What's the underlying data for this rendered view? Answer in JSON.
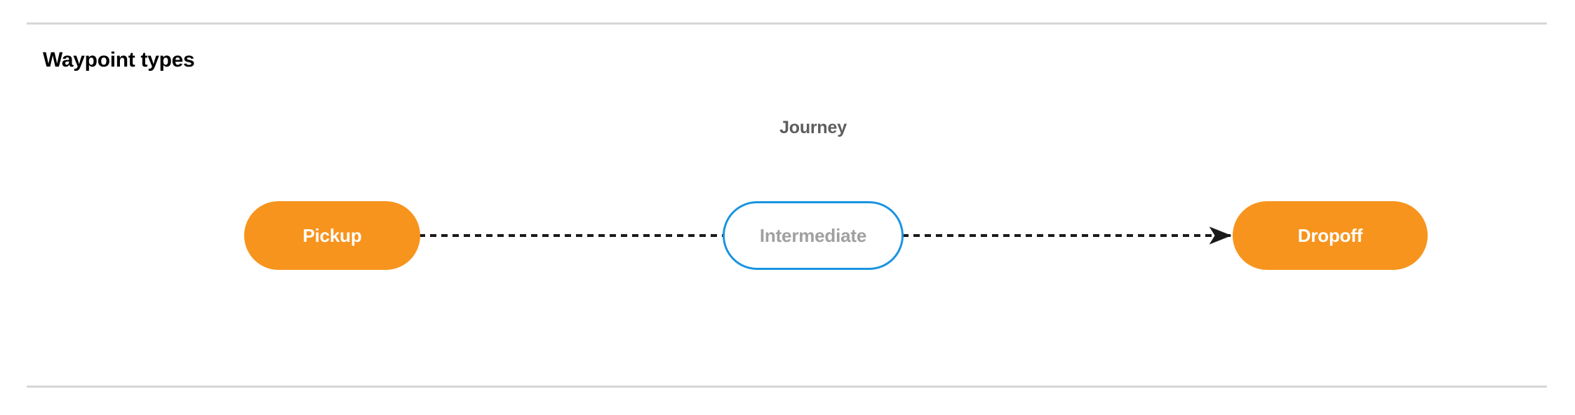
{
  "section": {
    "title": "Waypoint types"
  },
  "diagram": {
    "caption": "Journey",
    "nodes": [
      {
        "id": "pickup",
        "label": "Pickup",
        "kind": "endpoint",
        "fill": "#f7941e",
        "text_color": "#ffffff"
      },
      {
        "id": "intermediate",
        "label": "Intermediate",
        "kind": "intermediate",
        "fill": "#ffffff",
        "text_color": "#a0a0a0",
        "border_color": "#1a94e0"
      },
      {
        "id": "dropoff",
        "label": "Dropoff",
        "kind": "endpoint",
        "fill": "#f7941e",
        "text_color": "#ffffff"
      }
    ],
    "edges": [
      {
        "from": "pickup",
        "to": "intermediate",
        "style": "dashed",
        "arrow": false,
        "color": "#1a1a1a"
      },
      {
        "from": "intermediate",
        "to": "dropoff",
        "style": "dashed",
        "arrow": true,
        "color": "#1a1a1a"
      }
    ]
  },
  "dividers": {
    "color": "#d7d7d7"
  }
}
